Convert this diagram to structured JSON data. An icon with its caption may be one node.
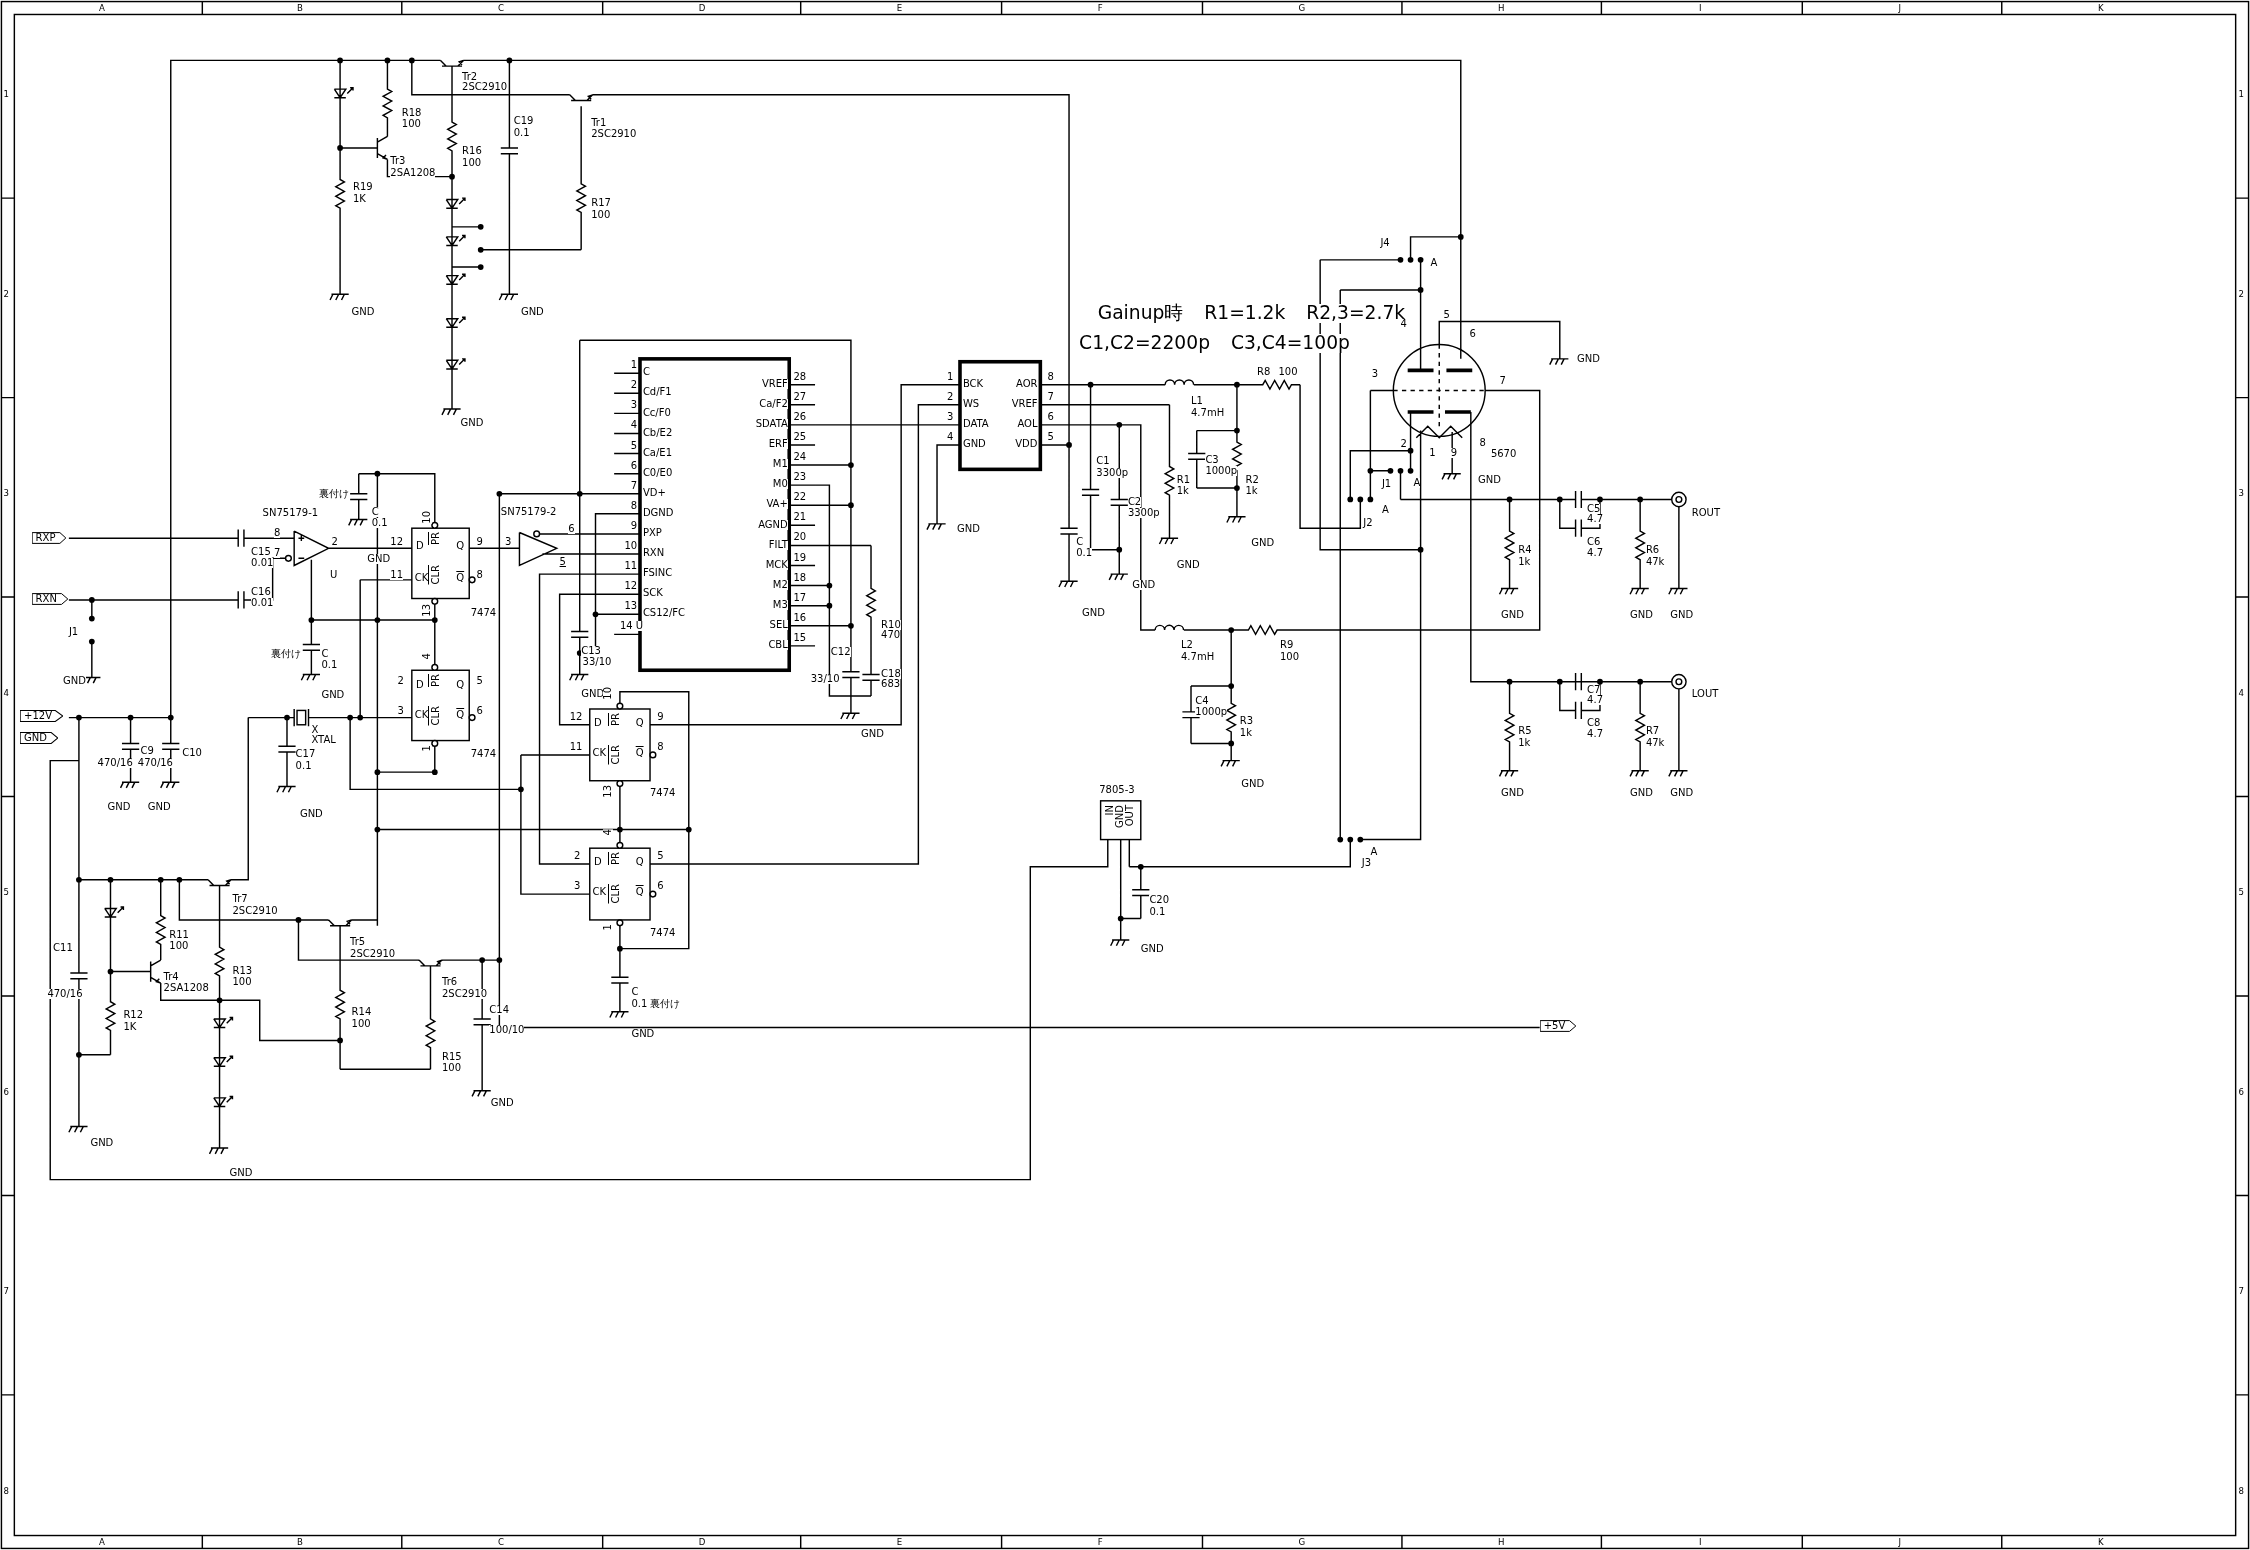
{
  "diagram": {
    "labels": [
      "A",
      "B",
      "C",
      "D",
      "E",
      "F",
      "G",
      "H",
      "I",
      "J",
      "K",
      "1",
      "2",
      "3",
      "4",
      "5",
      "6",
      "7",
      "8",
      "1",
      "2",
      "3",
      "4",
      "5",
      "6",
      "7",
      "8",
      "A",
      "B",
      "C",
      "D",
      "E",
      "F",
      "G",
      "H",
      "I",
      "J",
      "K",
      "Tr2",
      "2SC2910",
      "R18",
      "100",
      "C19",
      "0.1",
      "Tr1",
      "2SC2910",
      "Tr3",
      "2SA1208",
      "R16",
      "100",
      "R19",
      "1K",
      "R17",
      "100",
      "GND",
      "GND",
      "GND",
      "Gainup時 R1=1.2k R2,3=2.7k",
      "C1,C2=2200p C3,C4=100p",
      "裏付け",
      "C",
      "0.1",
      "SN75179-1",
      "RXP",
      "8",
      "7",
      "2",
      "C15",
      "0.01",
      "GND",
      "U",
      "12",
      "10",
      "9",
      "11",
      "8",
      "13",
      "7474",
      "D",
      "PR",
      "Q",
      "CK",
      "CLR",
      "Q",
      "RXN",
      "C16",
      "0.01",
      "J1",
      "GND",
      "SN75179-2",
      "3",
      "6",
      "5",
      "裏付け",
      "C",
      "0.1",
      "GND",
      "+12V",
      "GND",
      "2",
      "4",
      "5",
      "3",
      "6",
      "1",
      "7474",
      "D",
      "PR",
      "Q",
      "CK",
      "CLR",
      "Q",
      "C9",
      "470/16",
      "470/16",
      "C10",
      "GND",
      "GND",
      "X",
      "XTAL",
      "C17",
      "0.1",
      "GND",
      "1",
      "C",
      "2",
      "Cd/F1",
      "3",
      "Cc/F0",
      "4",
      "Cb/E2",
      "5",
      "Ca/E1",
      "6",
      "C0/E0",
      "7",
      "VD+",
      "8",
      "DGND",
      "9",
      "PXP",
      "10",
      "RXN",
      "11",
      "FSINC",
      "12",
      "SCK",
      "13",
      "CS12/FC",
      "14 U",
      "VREF",
      "28",
      "Ca/F2",
      "27",
      "SDATA",
      "26",
      "ERF",
      "25",
      "M1",
      "24",
      "M0",
      "23",
      "VA+",
      "22",
      "AGND",
      "21",
      "FILT",
      "20",
      "MCK",
      "19",
      "M2",
      "18",
      "M3",
      "17",
      "SEL",
      "16",
      "CBL",
      "15",
      "C13",
      "33/10",
      "C12",
      "33/10",
      "R10",
      "470",
      "C18",
      "683",
      "GND",
      "GND",
      "10",
      "12",
      "9",
      "11",
      "8",
      "13",
      "7474",
      "D",
      "PR",
      "Q",
      "CK",
      "CLR",
      "Q",
      "4",
      "2",
      "5",
      "3",
      "6",
      "1",
      "7474",
      "D",
      "PR",
      "Q",
      "CK",
      "CLR",
      "Q",
      "C",
      "0.1",
      "裏付け",
      "GND",
      "1",
      "BCK",
      "2",
      "WS",
      "3",
      "DATA",
      "4",
      "GND",
      "AOR",
      "8",
      "VREF",
      "7",
      "AOL",
      "6",
      "VDD",
      "5",
      "GND",
      "C",
      "0.1",
      "GND",
      "C1",
      "3300p",
      "C2",
      "3300p",
      "GND",
      "L1",
      "4.7mH",
      "R8",
      "100",
      "C3",
      "1000p",
      "R2",
      "1k",
      "R1",
      "1k",
      "GND",
      "GND",
      "L2",
      "4.7mH",
      "R9",
      "100",
      "C4",
      "1000p",
      "R3",
      "1k",
      "GND",
      "7805-3",
      "IN",
      "GND",
      "OUT",
      "C20",
      "0.1",
      "GND",
      "J4",
      "A",
      "4",
      "5",
      "6",
      "GND",
      "3",
      "7",
      "2",
      "1",
      "9",
      "8",
      "5670",
      "GND",
      "J1",
      "A",
      "A",
      "J2",
      "C5",
      "4.7",
      "ROUT",
      "R4",
      "1k",
      "C6",
      "4.7",
      "R6",
      "47k",
      "GND",
      "GND",
      "GND",
      "C7",
      "4.7",
      "LOUT",
      "R5",
      "1k",
      "C8",
      "4.7",
      "R7",
      "47k",
      "GND",
      "GND",
      "GND",
      "A",
      "J3",
      "Tr7",
      "2SC2910",
      "C11",
      "470/16",
      "R11",
      "100",
      "Tr4",
      "2SA1208",
      "R12",
      "1K",
      "R13",
      "100",
      "Tr5",
      "2SC2910",
      "Tr6",
      "2SC2910",
      "R14",
      "100",
      "C14",
      "100/10",
      "R15",
      "100",
      "GND",
      "GND",
      "GND",
      "+5V"
    ]
  }
}
